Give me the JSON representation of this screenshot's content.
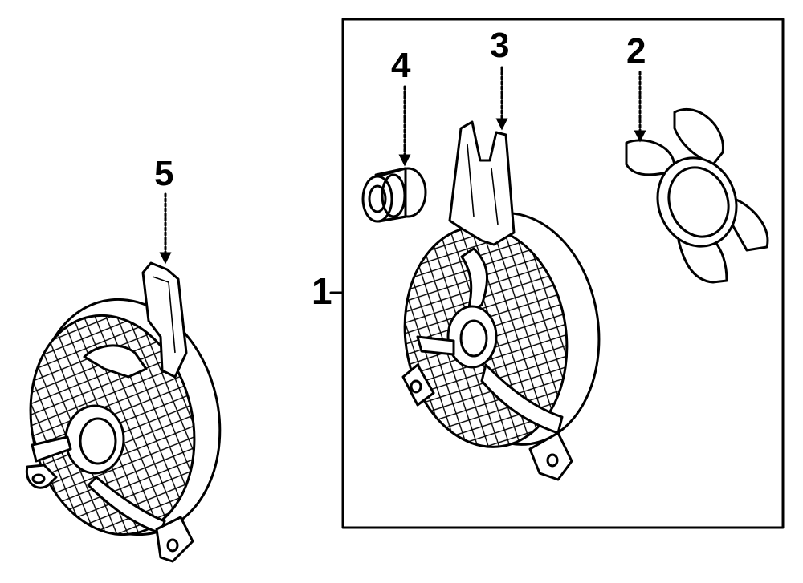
{
  "callouts": {
    "one": "1",
    "two": "2",
    "three": "3",
    "four": "4",
    "five": "5"
  },
  "colors": {
    "ink": "#000000",
    "background": "#ffffff"
  }
}
